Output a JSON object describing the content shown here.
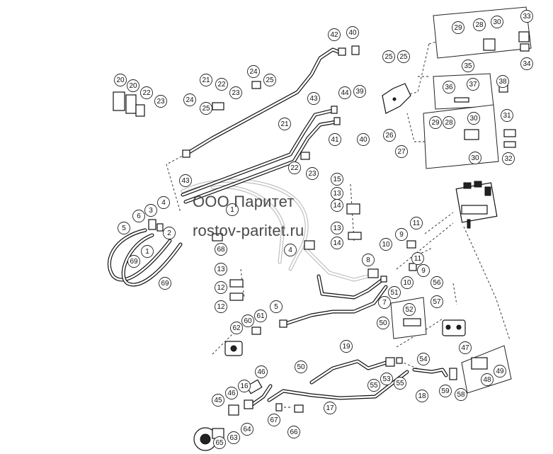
{
  "watermark": {
    "company": "ООО Паритет",
    "site": "rostov-paritet.ru"
  },
  "callouts": [
    "1",
    "2",
    "3",
    "4",
    "5",
    "6",
    "7",
    "8",
    "9",
    "10",
    "11",
    "12",
    "13",
    "14",
    "15",
    "16",
    "17",
    "18",
    "19",
    "20",
    "21",
    "22",
    "23",
    "24",
    "25",
    "26",
    "27",
    "28",
    "29",
    "30",
    "31",
    "32",
    "33",
    "34",
    "35",
    "36",
    "37",
    "38",
    "39",
    "40",
    "41",
    "42",
    "43",
    "44",
    "45",
    "46",
    "47",
    "48",
    "49",
    "50",
    "51",
    "52",
    "53",
    "54",
    "55",
    "56",
    "57",
    "58",
    "59",
    "60",
    "61",
    "62",
    "63",
    "64",
    "65",
    "66",
    "67",
    "68",
    "69"
  ]
}
